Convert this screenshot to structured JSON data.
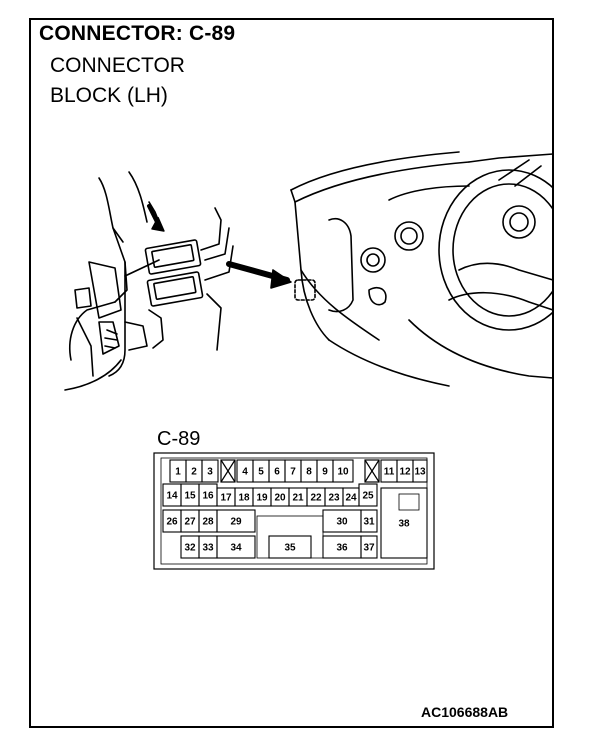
{
  "header": {
    "title": "CONNECTOR: C-89",
    "subtitle_line1": "CONNECTOR",
    "subtitle_line2": "BLOCK (LH)"
  },
  "connector": {
    "label": "C-89",
    "pins": [
      {
        "label": "1"
      },
      {
        "label": "2"
      },
      {
        "label": "3"
      },
      {
        "label": "4"
      },
      {
        "label": "5"
      },
      {
        "label": "6"
      },
      {
        "label": "7"
      },
      {
        "label": "8"
      },
      {
        "label": "9"
      },
      {
        "label": "10"
      },
      {
        "label": "11"
      },
      {
        "label": "12"
      },
      {
        "label": "13"
      },
      {
        "label": "14"
      },
      {
        "label": "15"
      },
      {
        "label": "16"
      },
      {
        "label": "17"
      },
      {
        "label": "18"
      },
      {
        "label": "19"
      },
      {
        "label": "20"
      },
      {
        "label": "21"
      },
      {
        "label": "22"
      },
      {
        "label": "23"
      },
      {
        "label": "24"
      },
      {
        "label": "25"
      },
      {
        "label": "26"
      },
      {
        "label": "27"
      },
      {
        "label": "28"
      },
      {
        "label": "29"
      },
      {
        "label": "30"
      },
      {
        "label": "31"
      },
      {
        "label": "32"
      },
      {
        "label": "33"
      },
      {
        "label": "34"
      },
      {
        "label": "35"
      },
      {
        "label": "36"
      },
      {
        "label": "37"
      },
      {
        "label": "38"
      }
    ]
  },
  "footer": {
    "code": "AC106688AB"
  }
}
